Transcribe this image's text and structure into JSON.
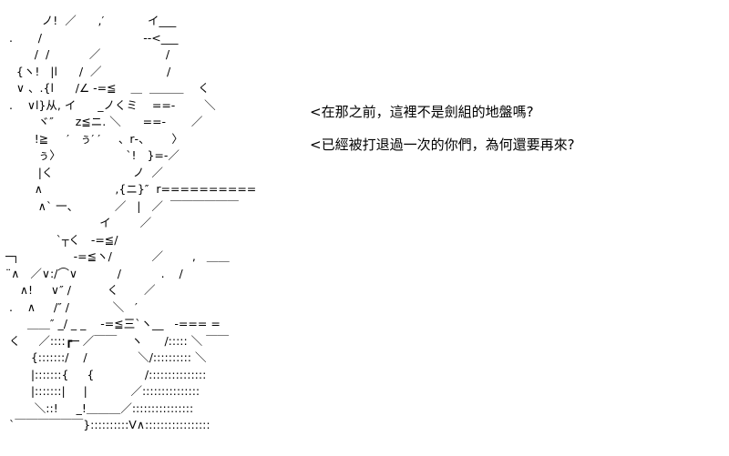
{
  "art_lines": [
    "          ノ!  ／      ,′            イ___",
    " .       /                            ‐‐<___",
    "        /  /           ／                  /",
    "   {ヽ!   |l      /  ／                  /",
    "   ∨ 、.{l      /∠ ‐=≦    ＿  ＿＿＿    く",
    " .    ∨l}从, イ      _ノくミ    ==‐        ＼",
    "         ヾ″      z≦ニ. ＼      ==‐       ／",
    "        !≧     ′   ぅ′ ′     、r‐、      〉",
    "         ぅ〉                  `!   }=‐／",
    "         |く                      ノ  ／",
    "        ∧                    ,{ニ}″  r==========",
    "         ∧` 一、          ／   |   ／  ￣￣￣￣￣￣",
    "                          イ        ／",
    "              `┬く   ‐=≦/",
    "─┐               ‐=≦ヽ/           ／        ,   ＿＿",
    "¨∧   ／∨:/⌒∨           /           .    /",
    "    ∧!     ∨″ /          く       ／",
    " .    ∧     /″ /            ＼   ′",
    "      ＿＿″ _/ _ _    ‐=≦三`ヽ__   ‐=== =",
    " く     ／::::┏─ ／￣￣    ヽ      /::::: ＼ ￣￣",
    "       {:::::::/    /              ＼/:::::::::: ＼",
    "       |:::::::{     {              /:::::::::::::::",
    "       |:::::::|     |            ／:::::::::::::::",
    "        ＼::!     _!＿＿＿／::::::::::::::::",
    " `￣￣￣￣￣￣}::::::::::V∧:::::::::::::::::"
  ],
  "dialog": {
    "line1": "<在那之前，這裡不是劍組的地盤嗎?",
    "line2": "<已經被打退過一次的你們，為何還要再來?"
  }
}
